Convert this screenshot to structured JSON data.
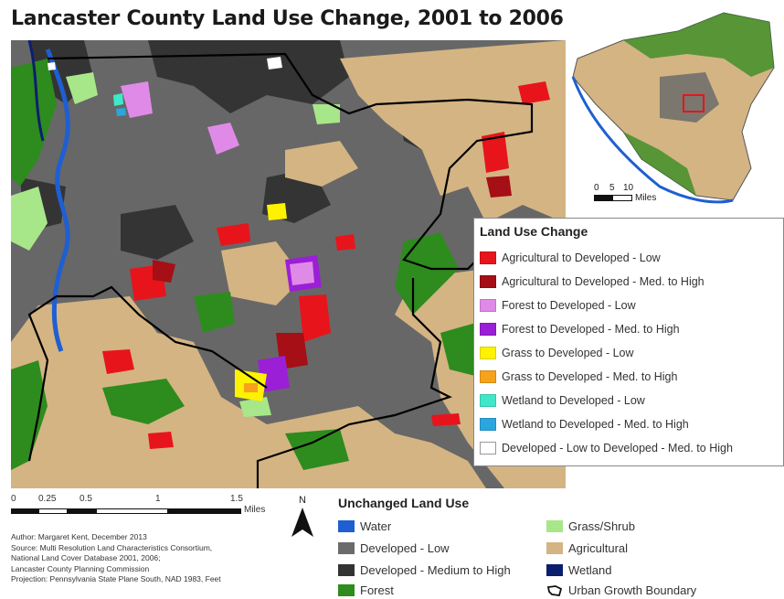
{
  "title": "Lancaster County Land Use Change, 2001 to 2006",
  "legend": {
    "title": "Land Use Change",
    "items": [
      {
        "label": "Agricultural to Developed - Low",
        "color": "#e8141b"
      },
      {
        "label": "Agricultural to Developed - Med. to High",
        "color": "#a50f15"
      },
      {
        "label": "Forest to Developed - Low",
        "color": "#e08ae8"
      },
      {
        "label": "Forest to Developed - Med. to High",
        "color": "#9b1fd6"
      },
      {
        "label": "Grass to Developed - Low",
        "color": "#fff200"
      },
      {
        "label": "Grass to Developed - Med. to High",
        "color": "#f7a21b"
      },
      {
        "label": "Wetland to Developed - Low",
        "color": "#3fe8c8"
      },
      {
        "label": "Wetland to Developed - Med. to High",
        "color": "#2aa6de"
      },
      {
        "label": "Developed - Low to Developed - Med. to High",
        "color": "#ffffff"
      }
    ]
  },
  "unchanged": {
    "title": "Unchanged Land Use",
    "items": [
      {
        "label": "Water",
        "color": "#1f5fd1"
      },
      {
        "label": "Developed - Low",
        "color": "#6b6b6b"
      },
      {
        "label": "Developed - Medium to High",
        "color": "#333333"
      },
      {
        "label": "Forest",
        "color": "#2e8b1e"
      },
      {
        "label": "Grass/Shrub",
        "color": "#a8e68a"
      },
      {
        "label": "Agricultural",
        "color": "#d4b483"
      },
      {
        "label": "Wetland",
        "color": "#0b1f6e"
      },
      {
        "label": "Urban Growth Boundary",
        "icon": "boundary-outline-icon"
      }
    ]
  },
  "scale": {
    "ticks": [
      "0",
      "0.25",
      "0.5",
      "1",
      "1.5"
    ],
    "unit": "Miles"
  },
  "inset_scale": {
    "ticks": [
      "0",
      "5",
      "10"
    ],
    "unit": "Miles"
  },
  "north_label": "N",
  "credits": [
    "Author: Margaret Kent, December 2013",
    "Source: Multi Resolution Land Characteristics Consortium,",
    "National Land Cover Database 2001, 2006;",
    "Lancaster County Planning Commission",
    "Projection: Pennsylvania State Plane South, NAD 1983, Feet"
  ]
}
